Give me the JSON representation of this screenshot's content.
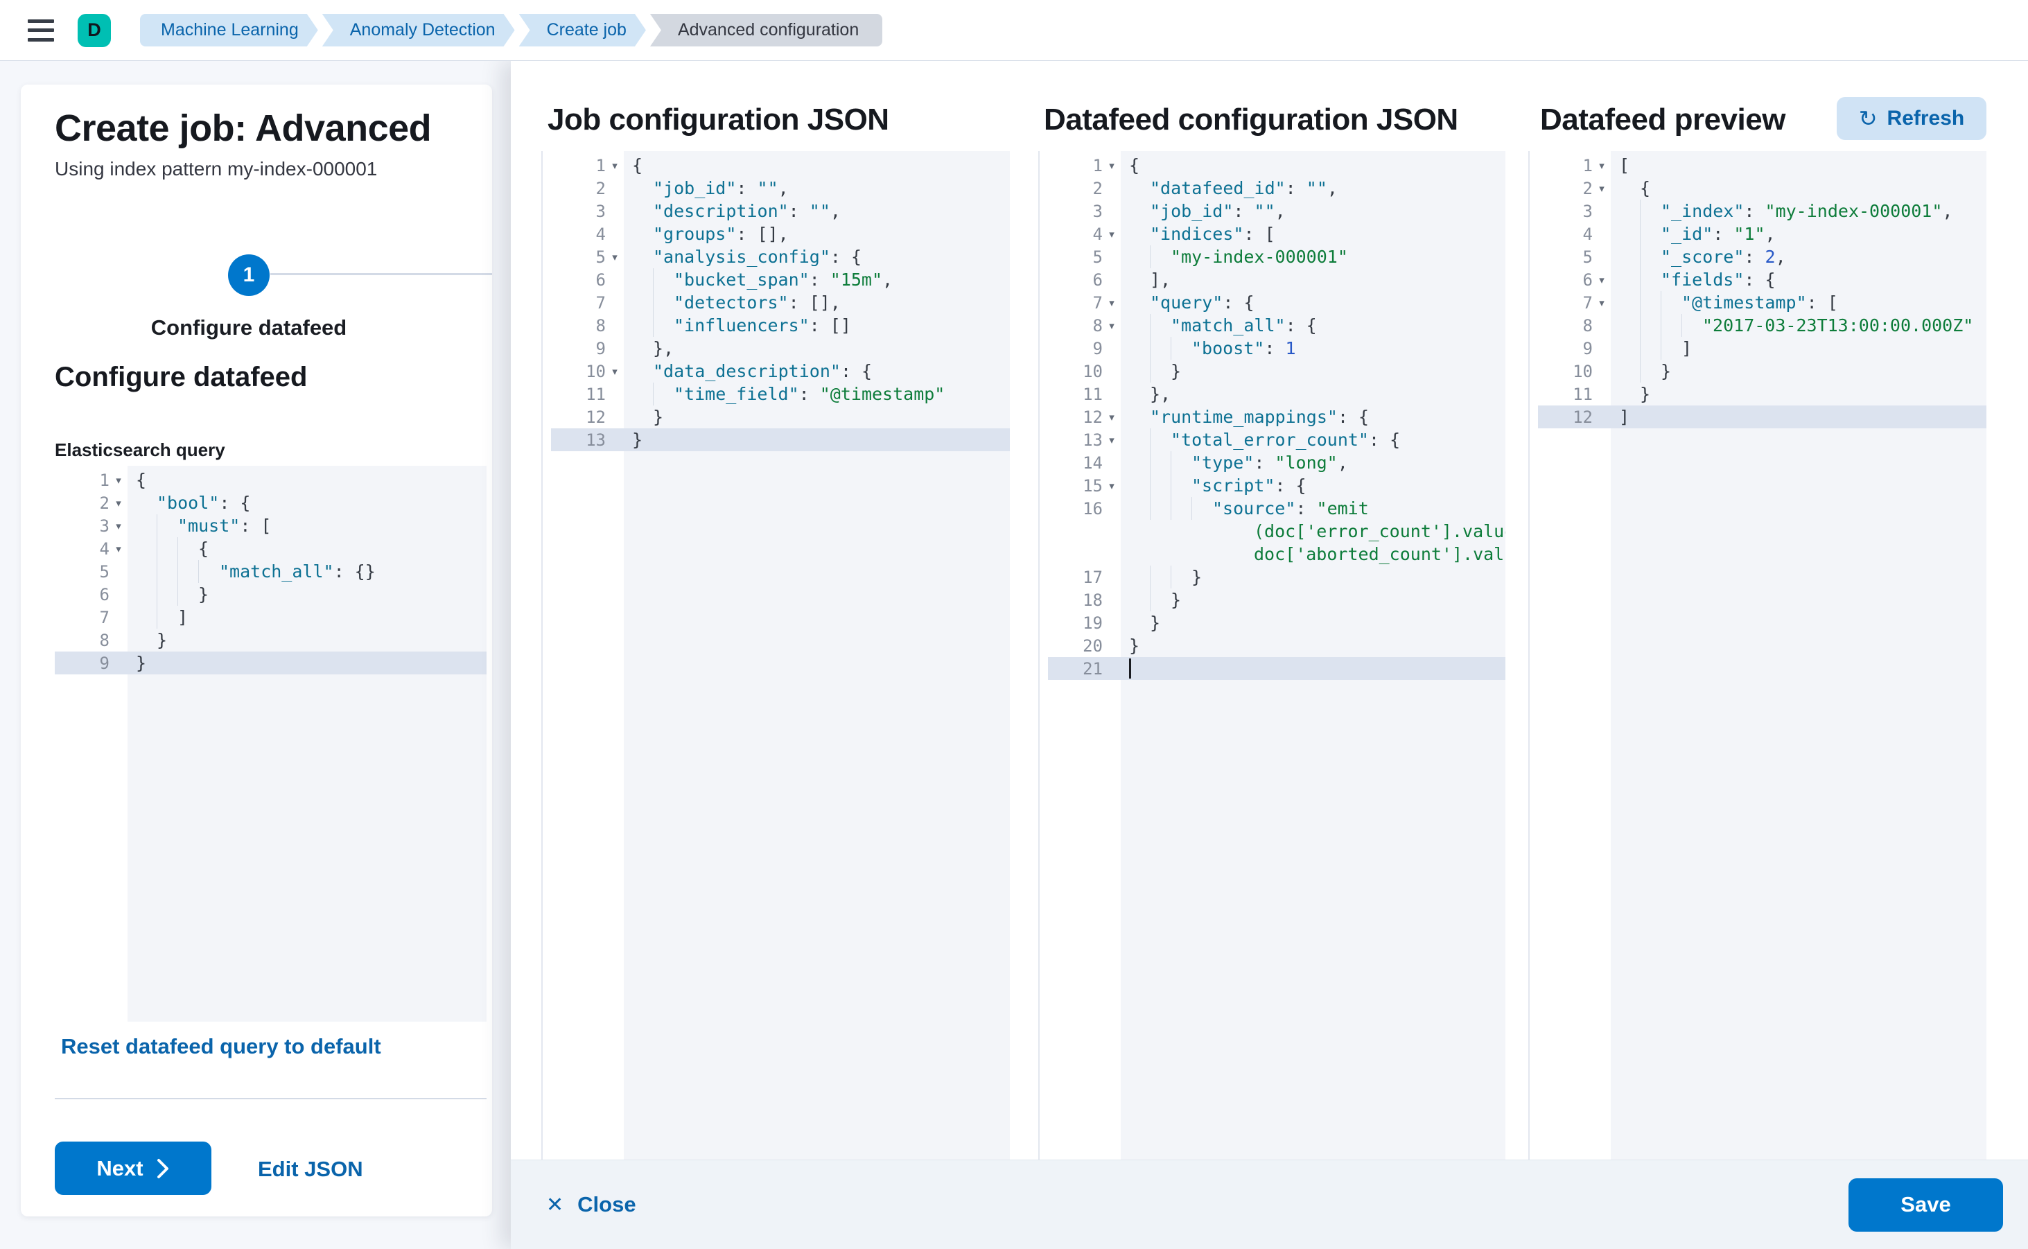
{
  "header": {
    "avatar_letter": "D",
    "breadcrumbs": [
      {
        "label": "Machine Learning",
        "current": false
      },
      {
        "label": "Anomaly Detection",
        "current": false
      },
      {
        "label": "Create job",
        "current": false
      },
      {
        "label": "Advanced configuration",
        "current": true
      }
    ]
  },
  "page": {
    "title": "Create job: Advanced",
    "subtitle": "Using index pattern my-index-000001",
    "step_number": "1",
    "step_label": "Configure datafeed",
    "section_heading": "Configure datafeed",
    "query_label": "Elasticsearch query",
    "reset_link": "Reset datafeed query to default",
    "next_button": "Next",
    "edit_json_link": "Edit JSON"
  },
  "flyout": {
    "panels": [
      {
        "title": "Job configuration JSON"
      },
      {
        "title": "Datafeed configuration JSON"
      },
      {
        "title": "Datafeed preview"
      }
    ],
    "refresh_button": "Refresh",
    "bottom_bar": {
      "close": "Close",
      "save": "Save"
    }
  },
  "palette": {
    "accent_blue": "#0077cc",
    "link_blue": "#0a64ab",
    "avatar_teal": "#00bfb3",
    "breadcrumb_bg": "#d1e5f6",
    "code_key": "#0d7193",
    "code_string": "#0d7c3a",
    "code_number": "#2758c7",
    "editor_bg": "#f3f5f9",
    "active_line_bg": "#dce3ef"
  },
  "editors": {
    "query": [
      {
        "n": "1",
        "f": 1,
        "d": 0,
        "t": [
          [
            "p",
            "{"
          ]
        ]
      },
      {
        "n": "2",
        "f": 1,
        "d": 1,
        "t": [
          [
            "k",
            "\"bool\""
          ],
          [
            "p",
            ": {"
          ]
        ]
      },
      {
        "n": "3",
        "f": 1,
        "d": 2,
        "t": [
          [
            "k",
            "\"must\""
          ],
          [
            "p",
            ": ["
          ]
        ]
      },
      {
        "n": "4",
        "f": 1,
        "d": 3,
        "t": [
          [
            "p",
            "{"
          ]
        ]
      },
      {
        "n": "5",
        "d": 4,
        "t": [
          [
            "k",
            "\"match_all\""
          ],
          [
            "p",
            ": {}"
          ]
        ]
      },
      {
        "n": "6",
        "d": 3,
        "t": [
          [
            "p",
            "}"
          ]
        ]
      },
      {
        "n": "7",
        "d": 2,
        "t": [
          [
            "p",
            "]"
          ]
        ]
      },
      {
        "n": "8",
        "d": 1,
        "t": [
          [
            "p",
            "}"
          ]
        ]
      },
      {
        "n": "9",
        "d": 0,
        "h": 1,
        "t": [
          [
            "p",
            "}"
          ]
        ]
      }
    ],
    "job": [
      {
        "n": "1",
        "f": 1,
        "d": 0,
        "t": [
          [
            "p",
            "{"
          ]
        ]
      },
      {
        "n": "2",
        "d": 1,
        "t": [
          [
            "k",
            "\"job_id\""
          ],
          [
            "p",
            ": "
          ],
          [
            "k",
            "\"\""
          ],
          [
            "p",
            ","
          ]
        ]
      },
      {
        "n": "3",
        "d": 1,
        "t": [
          [
            "k",
            "\"description\""
          ],
          [
            "p",
            ": "
          ],
          [
            "k",
            "\"\""
          ],
          [
            "p",
            ","
          ]
        ]
      },
      {
        "n": "4",
        "d": 1,
        "t": [
          [
            "k",
            "\"groups\""
          ],
          [
            "p",
            ": [],"
          ]
        ]
      },
      {
        "n": "5",
        "f": 1,
        "d": 1,
        "t": [
          [
            "k",
            "\"analysis_config\""
          ],
          [
            "p",
            ": {"
          ]
        ]
      },
      {
        "n": "6",
        "d": 2,
        "t": [
          [
            "k",
            "\"bucket_span\""
          ],
          [
            "p",
            ": "
          ],
          [
            "s",
            "\"15m\""
          ],
          [
            "p",
            ","
          ]
        ]
      },
      {
        "n": "7",
        "d": 2,
        "t": [
          [
            "k",
            "\"detectors\""
          ],
          [
            "p",
            ": [],"
          ]
        ]
      },
      {
        "n": "8",
        "d": 2,
        "t": [
          [
            "k",
            "\"influencers\""
          ],
          [
            "p",
            ": []"
          ]
        ]
      },
      {
        "n": "9",
        "d": 1,
        "t": [
          [
            "p",
            "},"
          ]
        ]
      },
      {
        "n": "10",
        "f": 1,
        "d": 1,
        "t": [
          [
            "k",
            "\"data_description\""
          ],
          [
            "p",
            ": {"
          ]
        ]
      },
      {
        "n": "11",
        "d": 2,
        "t": [
          [
            "k",
            "\"time_field\""
          ],
          [
            "p",
            ": "
          ],
          [
            "s",
            "\"@timestamp\""
          ]
        ]
      },
      {
        "n": "12",
        "d": 1,
        "t": [
          [
            "p",
            "}"
          ]
        ]
      },
      {
        "n": "13",
        "d": 0,
        "h": 1,
        "t": [
          [
            "p",
            "}"
          ]
        ]
      }
    ],
    "datafeed": [
      {
        "n": "1",
        "f": 1,
        "d": 0,
        "t": [
          [
            "p",
            "{"
          ]
        ]
      },
      {
        "n": "2",
        "d": 1,
        "t": [
          [
            "k",
            "\"datafeed_id\""
          ],
          [
            "p",
            ": "
          ],
          [
            "k",
            "\"\""
          ],
          [
            "p",
            ","
          ]
        ]
      },
      {
        "n": "3",
        "d": 1,
        "t": [
          [
            "k",
            "\"job_id\""
          ],
          [
            "p",
            ": "
          ],
          [
            "k",
            "\"\""
          ],
          [
            "p",
            ","
          ]
        ]
      },
      {
        "n": "4",
        "f": 1,
        "d": 1,
        "t": [
          [
            "k",
            "\"indices\""
          ],
          [
            "p",
            ": ["
          ]
        ]
      },
      {
        "n": "5",
        "d": 2,
        "t": [
          [
            "s",
            "\"my-index-000001\""
          ]
        ]
      },
      {
        "n": "6",
        "d": 1,
        "t": [
          [
            "p",
            "],"
          ]
        ]
      },
      {
        "n": "7",
        "f": 1,
        "d": 1,
        "t": [
          [
            "k",
            "\"query\""
          ],
          [
            "p",
            ": {"
          ]
        ]
      },
      {
        "n": "8",
        "f": 1,
        "d": 2,
        "t": [
          [
            "k",
            "\"match_all\""
          ],
          [
            "p",
            ": {"
          ]
        ]
      },
      {
        "n": "9",
        "d": 3,
        "t": [
          [
            "k",
            "\"boost\""
          ],
          [
            "p",
            ": "
          ],
          [
            "n",
            "1"
          ]
        ]
      },
      {
        "n": "10",
        "d": 2,
        "t": [
          [
            "p",
            "}"
          ]
        ]
      },
      {
        "n": "11",
        "d": 1,
        "t": [
          [
            "p",
            "},"
          ]
        ]
      },
      {
        "n": "12",
        "f": 1,
        "d": 1,
        "t": [
          [
            "k",
            "\"runtime_mappings\""
          ],
          [
            "p",
            ": {"
          ]
        ]
      },
      {
        "n": "13",
        "f": 1,
        "d": 2,
        "t": [
          [
            "k",
            "\"total_error_count\""
          ],
          [
            "p",
            ": {"
          ]
        ]
      },
      {
        "n": "14",
        "d": 3,
        "t": [
          [
            "k",
            "\"type\""
          ],
          [
            "p",
            ": "
          ],
          [
            "s",
            "\"long\""
          ],
          [
            "p",
            ","
          ]
        ]
      },
      {
        "n": "15",
        "f": 1,
        "d": 3,
        "t": [
          [
            "k",
            "\"script\""
          ],
          [
            "p",
            ": {"
          ]
        ]
      },
      {
        "n": "16",
        "d": 4,
        "t": [
          [
            "k",
            "\"source\""
          ],
          [
            "p",
            ": "
          ],
          [
            "s",
            "\"emit"
          ]
        ]
      },
      {
        "n": "",
        "d": 6,
        "ng": 1,
        "t": [
          [
            "s",
            "(doc['error_count'].value +"
          ]
        ]
      },
      {
        "n": "",
        "d": 6,
        "ng": 1,
        "t": [
          [
            "s",
            "doc['aborted_count'].value)\""
          ]
        ]
      },
      {
        "n": "17",
        "d": 3,
        "t": [
          [
            "p",
            "}"
          ]
        ]
      },
      {
        "n": "18",
        "d": 2,
        "t": [
          [
            "p",
            "}"
          ]
        ]
      },
      {
        "n": "19",
        "d": 1,
        "t": [
          [
            "p",
            "}"
          ]
        ]
      },
      {
        "n": "20",
        "d": 0,
        "t": [
          [
            "p",
            "}"
          ]
        ]
      },
      {
        "n": "21",
        "d": 0,
        "h": 1,
        "c": 1,
        "t": []
      }
    ],
    "preview": [
      {
        "n": "1",
        "f": 1,
        "d": 0,
        "t": [
          [
            "p",
            "["
          ]
        ]
      },
      {
        "n": "2",
        "f": 1,
        "d": 1,
        "t": [
          [
            "p",
            "{"
          ]
        ]
      },
      {
        "n": "3",
        "d": 2,
        "t": [
          [
            "k",
            "\"_index\""
          ],
          [
            "p",
            ": "
          ],
          [
            "s",
            "\"my-index-000001\""
          ],
          [
            "p",
            ","
          ]
        ]
      },
      {
        "n": "4",
        "d": 2,
        "t": [
          [
            "k",
            "\"_id\""
          ],
          [
            "p",
            ": "
          ],
          [
            "s",
            "\"1\""
          ],
          [
            "p",
            ","
          ]
        ]
      },
      {
        "n": "5",
        "d": 2,
        "t": [
          [
            "k",
            "\"_score\""
          ],
          [
            "p",
            ": "
          ],
          [
            "n",
            "2"
          ],
          [
            "p",
            ","
          ]
        ]
      },
      {
        "n": "6",
        "f": 1,
        "d": 2,
        "t": [
          [
            "k",
            "\"fields\""
          ],
          [
            "p",
            ": {"
          ]
        ]
      },
      {
        "n": "7",
        "f": 1,
        "d": 3,
        "t": [
          [
            "k",
            "\"@timestamp\""
          ],
          [
            "p",
            ": ["
          ]
        ]
      },
      {
        "n": "8",
        "d": 4,
        "t": [
          [
            "s",
            "\"2017-03-23T13:00:00.000Z\""
          ]
        ]
      },
      {
        "n": "9",
        "d": 3,
        "t": [
          [
            "p",
            "]"
          ]
        ]
      },
      {
        "n": "10",
        "d": 2,
        "t": [
          [
            "p",
            "}"
          ]
        ]
      },
      {
        "n": "11",
        "d": 1,
        "t": [
          [
            "p",
            "}"
          ]
        ]
      },
      {
        "n": "12",
        "d": 0,
        "h": 1,
        "t": [
          [
            "p",
            "]"
          ]
        ]
      }
    ]
  }
}
